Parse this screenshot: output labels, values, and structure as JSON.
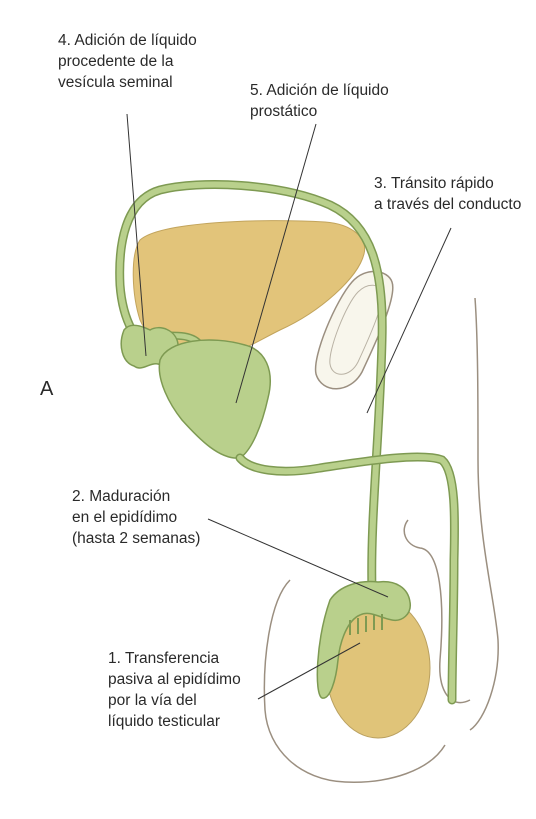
{
  "panel_letter": "A",
  "labels": {
    "step4": [
      "4. Adición de líquido",
      "procedente de la",
      "vesícula seminal"
    ],
    "step5": [
      "5. Adición de líquido",
      "prostático"
    ],
    "step3": [
      "3. Tránsito rápido",
      "a través del conducto"
    ],
    "step2": [
      "2. Maduración",
      "en el epidídimo",
      "(hasta 2 semanas)"
    ],
    "step1": [
      "1. Transferencia",
      "pasiva al epidídimo",
      "por la vía del",
      "líquido testicular"
    ]
  },
  "colors": {
    "duct_green": "#b9d08c",
    "duct_stroke": "#7e9a52",
    "bladder": "#e2c47a",
    "testis": "#e0c479",
    "outline": "#9b8f80",
    "leader": "#333333",
    "text": "#2a2a2a"
  }
}
